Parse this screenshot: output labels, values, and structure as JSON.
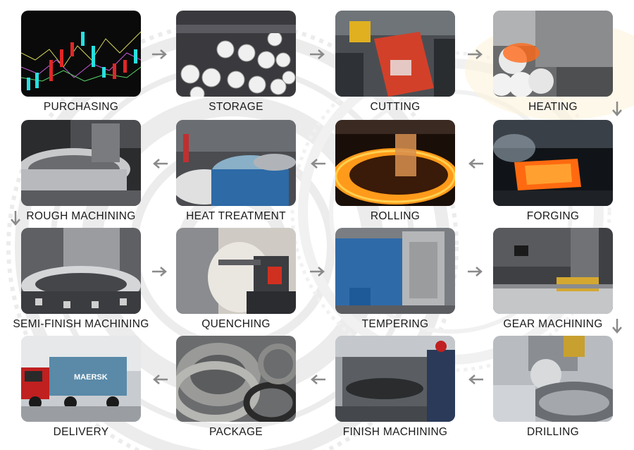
{
  "steps": [
    {
      "label": "PURCHASING"
    },
    {
      "label": "STORAGE"
    },
    {
      "label": "CUTTING"
    },
    {
      "label": "HEATING"
    },
    {
      "label": "ROUGH MACHINING"
    },
    {
      "label": "HEAT TREATMENT"
    },
    {
      "label": "ROLLING"
    },
    {
      "label": "FORGING"
    },
    {
      "label": "SEMI-FINISH MACHINING"
    },
    {
      "label": "QUENCHING"
    },
    {
      "label": "TEMPERING"
    },
    {
      "label": "GEAR MACHINING"
    },
    {
      "label": "DELIVERY"
    },
    {
      "label": "PACKAGE"
    },
    {
      "label": "FINISH MACHINING"
    },
    {
      "label": "DRILLING"
    }
  ],
  "photos": {
    "truck_text": "MAERSK"
  },
  "colors": {
    "arrow": "#8a8a8a",
    "watermark": "#e6e6e6",
    "label": "#1a1a1a"
  }
}
